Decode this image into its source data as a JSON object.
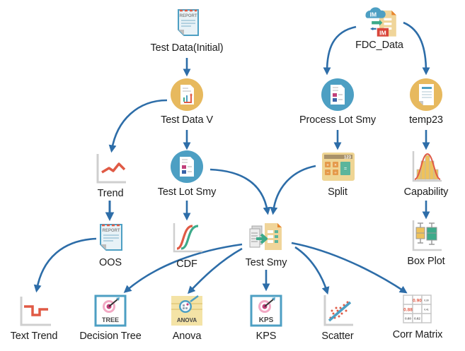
{
  "diagram": {
    "colors": {
      "edge": "#2d6da8",
      "circle_gold": "#e7b95e",
      "circle_blue": "#4d9fc3",
      "accent_red": "#e05a45",
      "accent_green": "#3daa8a",
      "report_border": "#4d9fc3",
      "grey": "#c8c8c8"
    },
    "nodes": {
      "test_data_initial": {
        "label": "Test Data(Initial)",
        "icon": "report-icon",
        "badge": "REPORT"
      },
      "fdc_data": {
        "label": "FDC_Data",
        "icon": "im-data-icon",
        "badge_top": "IM",
        "badge_bottom": "IM"
      },
      "test_data_v": {
        "label": "Test Data V",
        "icon": "chart-document-icon"
      },
      "process_lot_smy": {
        "label": "Process Lot Smy",
        "icon": "summary-document-icon"
      },
      "temp23": {
        "label": "temp23",
        "icon": "document-icon"
      },
      "trend": {
        "label": "Trend",
        "icon": "trend-chart-icon"
      },
      "test_lot_smy": {
        "label": "Test Lot Smy",
        "icon": "summary-document-icon"
      },
      "split": {
        "label": "Split",
        "icon": "calculator-icon",
        "display": "123"
      },
      "capability": {
        "label": "Capability",
        "icon": "histogram-icon"
      },
      "oos": {
        "label": "OOS",
        "icon": "report-icon",
        "badge": "REPORT"
      },
      "cdf": {
        "label": "CDF",
        "icon": "cdf-chart-icon"
      },
      "test_smy": {
        "label": "Test Smy",
        "icon": "merge-table-icon"
      },
      "box_plot": {
        "label": "Box Plot",
        "icon": "box-plot-icon"
      },
      "text_trend": {
        "label": "Text Trend",
        "icon": "step-chart-icon"
      },
      "decision_tree": {
        "label": "Decision Tree",
        "icon": "target-icon",
        "badge": "TREE"
      },
      "anova": {
        "label": "Anova",
        "icon": "anova-icon",
        "badge": "ANOVA"
      },
      "kps": {
        "label": "KPS",
        "icon": "target-icon",
        "badge": "KPS"
      },
      "scatter": {
        "label": "Scatter",
        "icon": "scatter-plot-icon"
      },
      "corr_matrix": {
        "label": "Corr Matrix",
        "icon": "correlation-matrix-icon",
        "cells": [
          "",
          "0.90",
          "0.30",
          "0.88",
          "",
          "0.41",
          "0.60",
          "0.62",
          ""
        ]
      }
    },
    "edges": [
      [
        "test_data_initial",
        "test_data_v"
      ],
      [
        "test_data_v",
        "trend"
      ],
      [
        "test_data_v",
        "test_lot_smy"
      ],
      [
        "fdc_data",
        "process_lot_smy"
      ],
      [
        "fdc_data",
        "temp23"
      ],
      [
        "process_lot_smy",
        "split"
      ],
      [
        "temp23",
        "capability"
      ],
      [
        "trend",
        "oos"
      ],
      [
        "test_lot_smy",
        "cdf"
      ],
      [
        "test_lot_smy",
        "test_smy"
      ],
      [
        "split",
        "test_smy"
      ],
      [
        "capability",
        "box_plot"
      ],
      [
        "oos",
        "text_trend"
      ],
      [
        "test_smy",
        "decision_tree"
      ],
      [
        "test_smy",
        "anova"
      ],
      [
        "test_smy",
        "kps"
      ],
      [
        "test_smy",
        "scatter"
      ],
      [
        "test_smy",
        "corr_matrix"
      ]
    ]
  }
}
